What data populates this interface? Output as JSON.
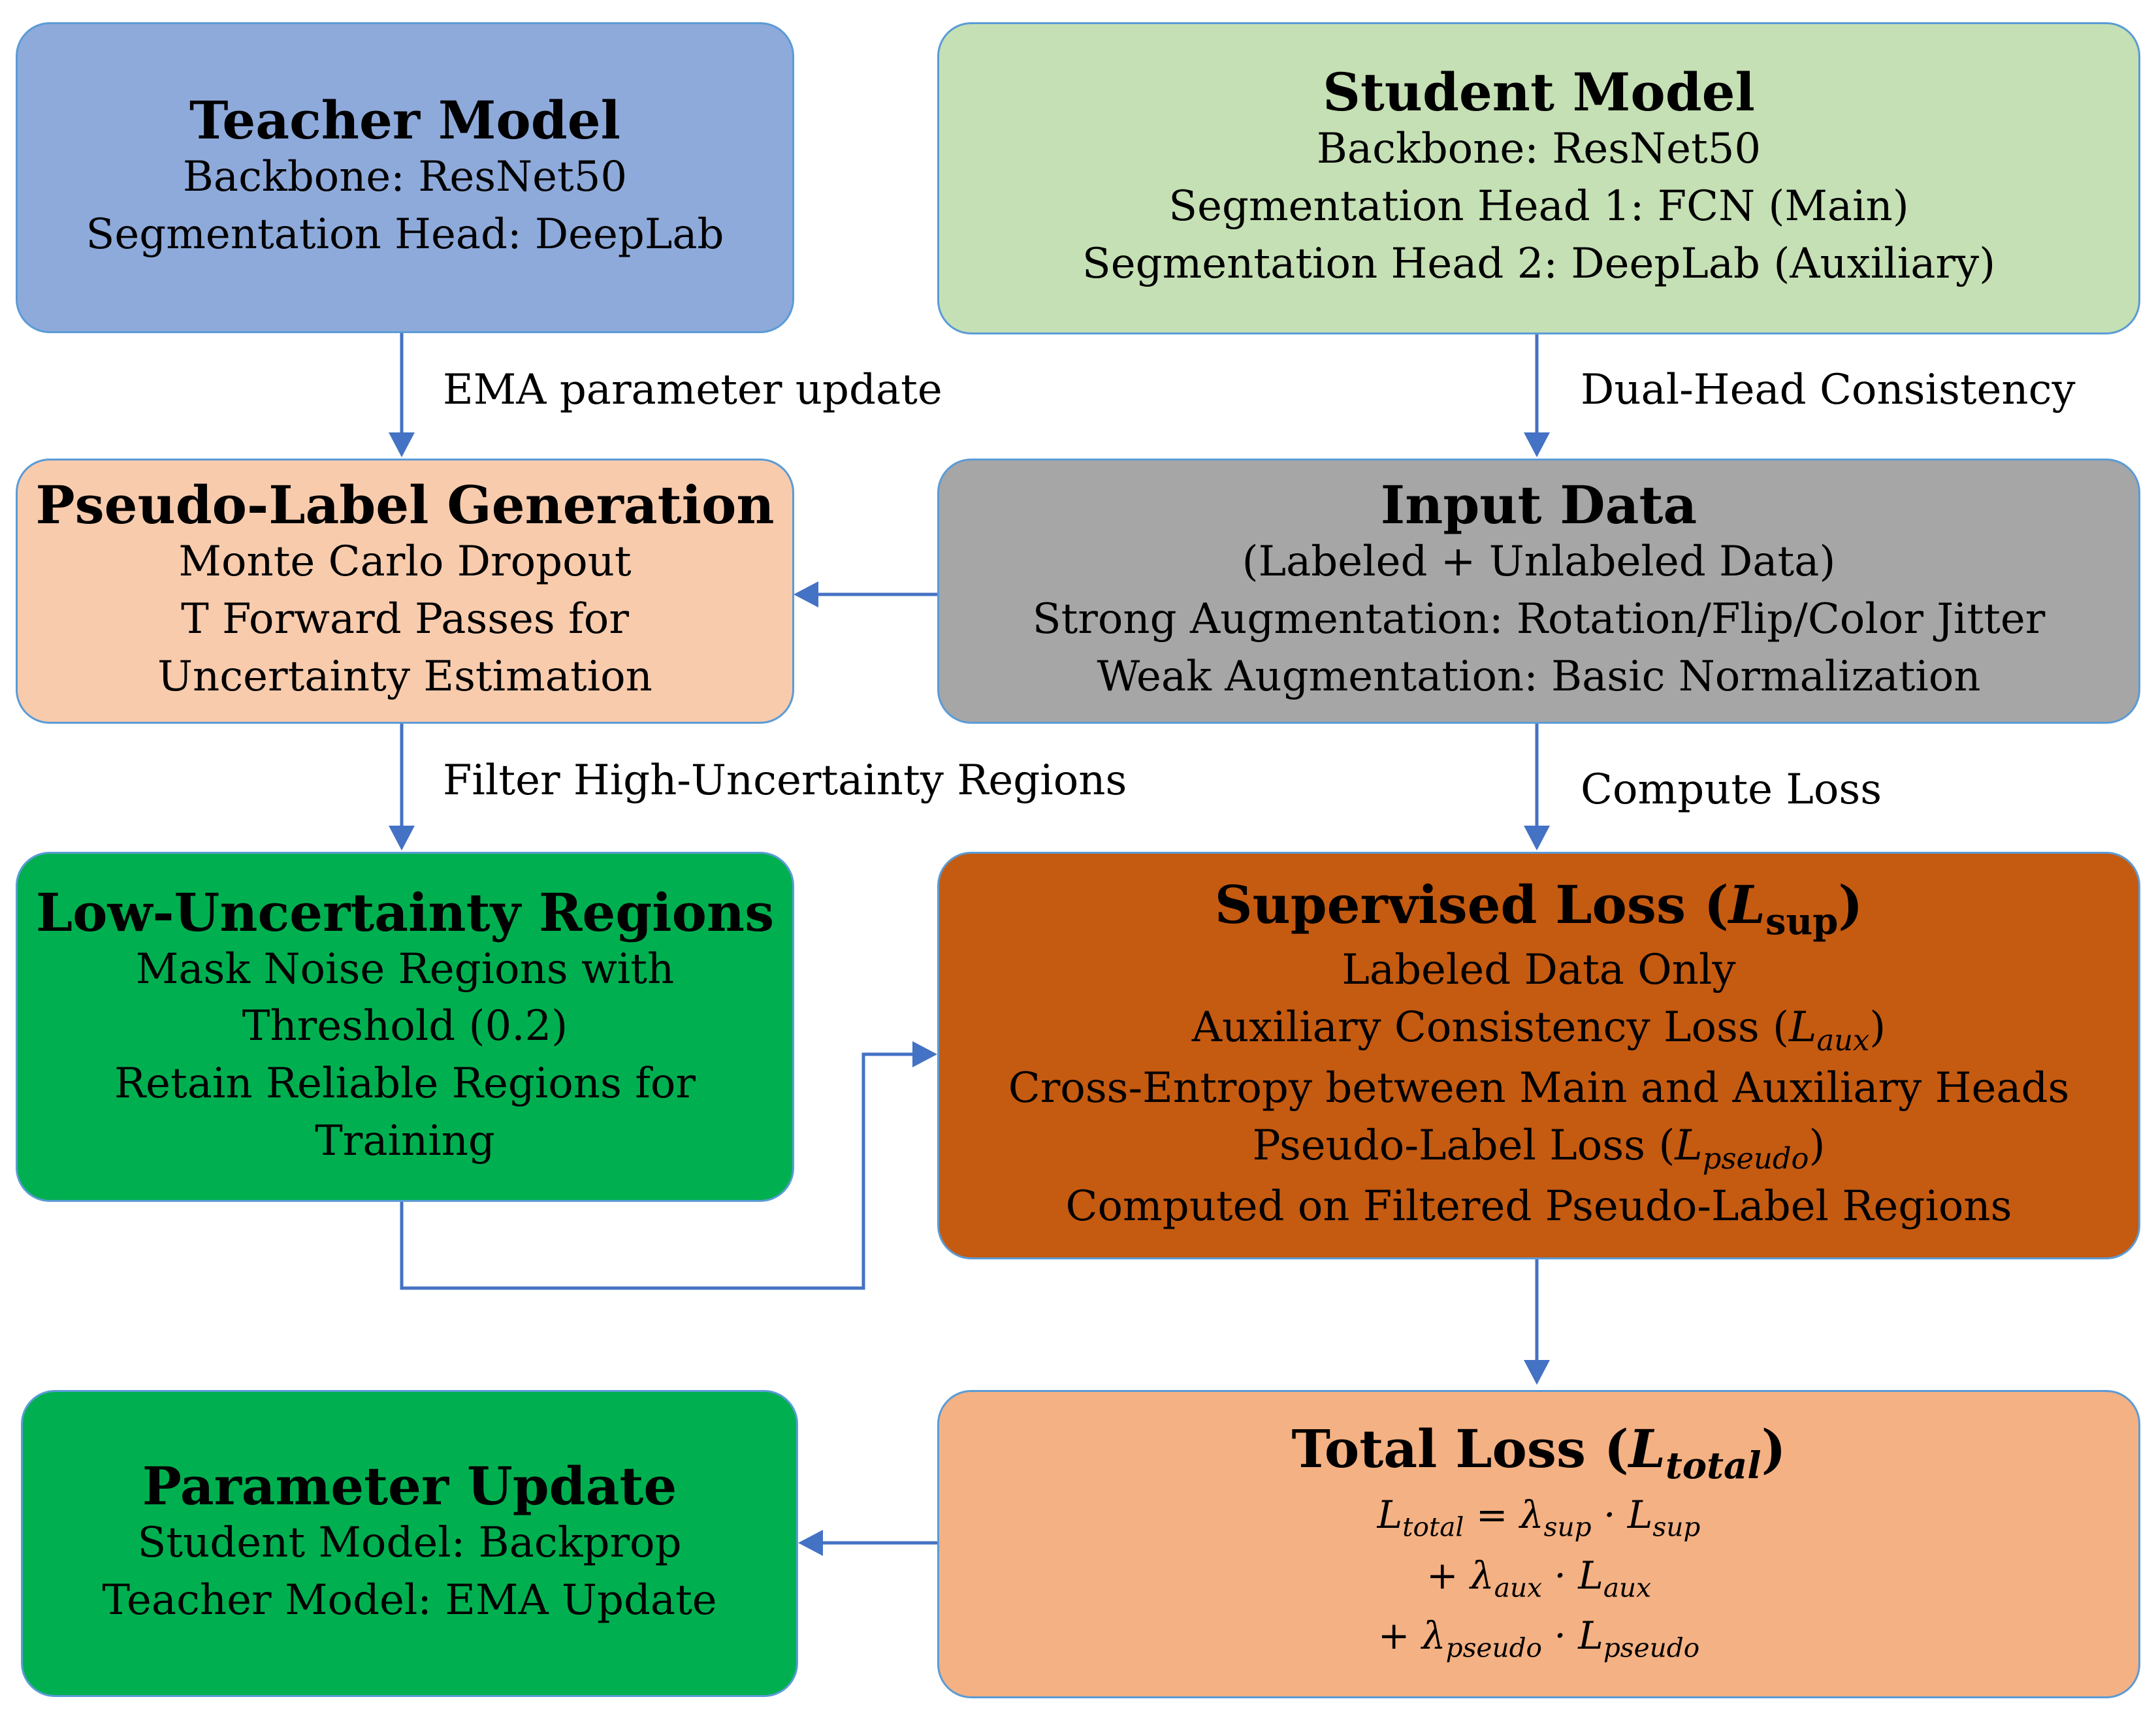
{
  "boxes": {
    "teacher": {
      "title": "Teacher Model",
      "lines": [
        "Backbone: ResNet50",
        "Segmentation Head: DeepLab"
      ],
      "color": "#8eaadb"
    },
    "student": {
      "title": "Student Model",
      "lines": [
        "Backbone: ResNet50",
        "Segmentation Head 1: FCN (Main)",
        "Segmentation Head 2: DeepLab (Auxiliary)"
      ],
      "color": "#c5e0b4"
    },
    "pseudo_label": {
      "title": "Pseudo-Label Generation",
      "lines": [
        "Monte Carlo Dropout",
        "T Forward Passes for",
        "Uncertainty Estimation"
      ],
      "color": "#f8cbad"
    },
    "input_data": {
      "title": "Input Data",
      "lines": [
        "(Labeled + Unlabeled Data)",
        "Strong Augmentation: Rotation/Flip/Color Jitter",
        "Weak Augmentation: Basic Normalization"
      ],
      "color": "#a6a6a6"
    },
    "low_uncertainty": {
      "title": "Low-Uncertainty Regions",
      "lines": [
        "Mask Noise Regions with",
        "Threshold (0.2)",
        "Retain Reliable Regions for",
        "Training"
      ],
      "color": "#00b050"
    },
    "supervised_loss": {
      "title": "Supervised Loss (",
      "title_sym": "L",
      "title_sub": "sup",
      "title_end": ")",
      "line1": "Labeled Data Only",
      "line2": "Auxiliary Consistency Loss (",
      "line2_sym": "L",
      "line2_sub": "aux",
      "line2_end": ")",
      "line3": "Cross-Entropy between Main and Auxiliary Heads",
      "line4": "Pseudo-Label Loss (",
      "line4_sym": "L",
      "line4_sub": "pseudo",
      "line4_end": ")",
      "line5": "Computed on Filtered Pseudo-Label Regions",
      "color": "#c55a11"
    },
    "parameter_update": {
      "title": "Parameter Update",
      "lines": [
        "Student Model: Backprop",
        "Teacher Model: EMA Update"
      ],
      "color": "#00b050"
    },
    "total_loss": {
      "title": "Total Loss (",
      "title_sym": "L",
      "title_sub": "total",
      "title_end": ")",
      "eq1_a": "L",
      "eq1_a_sub": "total",
      "eq1_op": " = ",
      "eq1_b": "λ",
      "eq1_b_sub": "sup",
      "eq1_dot": " · ",
      "eq1_c": "L",
      "eq1_c_sub": "sup",
      "eq2_op": "+ ",
      "eq2_b": "λ",
      "eq2_b_sub": "aux",
      "eq2_dot": " · ",
      "eq2_c": "L",
      "eq2_c_sub": "aux",
      "eq3_op": "+ ",
      "eq3_b": "λ",
      "eq3_b_sub": "pseudo",
      "eq3_dot": " · ",
      "eq3_c": "L",
      "eq3_c_sub": "pseudo",
      "color": "#f4b183"
    }
  },
  "edge_labels": {
    "ema": "EMA parameter update",
    "dual_head": "Dual-Head Consistency",
    "filter": "Filter High-Uncertainty Regions",
    "compute_loss": "Compute Loss"
  },
  "arrow_color": "#4472c4",
  "border_color": "#5b9bd5"
}
